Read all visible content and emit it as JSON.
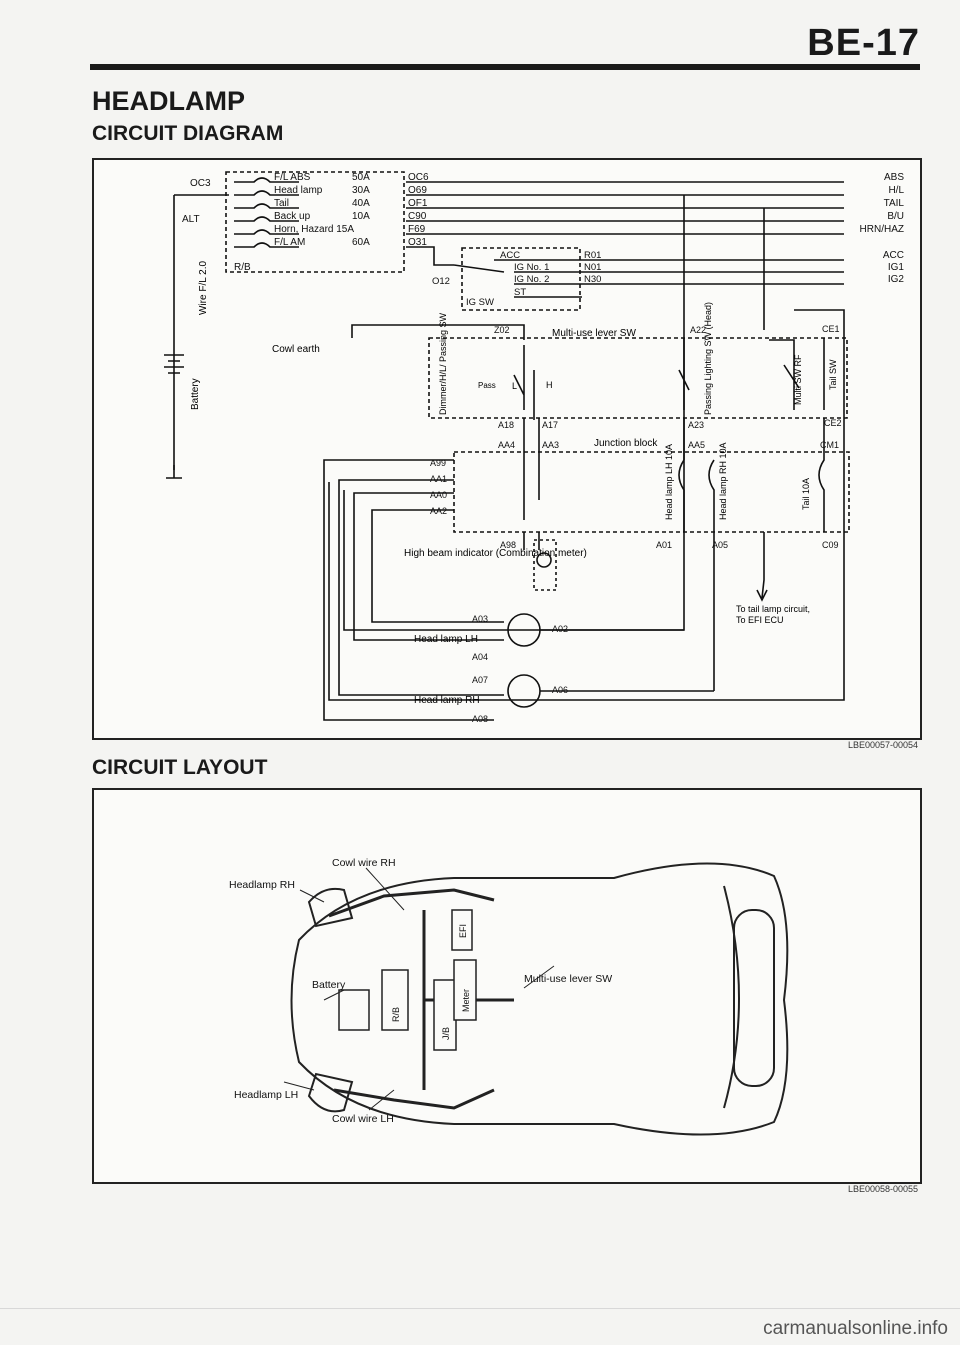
{
  "page": {
    "number": "BE-17",
    "section_title": "HEADLAMP",
    "diagram_title": "CIRCUIT DIAGRAM",
    "layout_title": "CIRCUIT LAYOUT",
    "diagram_ref": "LBE00057-00054",
    "layout_ref": "LBE00058-00055",
    "watermark": "carmanualsonline.info"
  },
  "diagram": {
    "fuses": [
      {
        "name": "F/L ABS",
        "amps": "50A",
        "code": "OC6"
      },
      {
        "name": "Head lamp",
        "amps": "30A",
        "code": "O69"
      },
      {
        "name": "Tail",
        "amps": "40A",
        "code": "OF1"
      },
      {
        "name": "Back up",
        "amps": "10A",
        "code": "C90"
      },
      {
        "name": "Horn, Hazard 15A",
        "amps": "",
        "code": "F69"
      },
      {
        "name": "F/L AM",
        "amps": "60A",
        "code": "O31"
      }
    ],
    "right_labels": [
      "ABS",
      "H/L",
      "TAIL",
      "B/U",
      "HRN/HAZ",
      "ACC",
      "IG1",
      "IG2"
    ],
    "ig_switch": {
      "positions": [
        "ACC",
        "IG No. 1",
        "IG No. 2",
        "ST"
      ],
      "codes": [
        "R01",
        "N01",
        "N30"
      ],
      "label": "IG SW",
      "input": "O12"
    },
    "labels": {
      "oc3": "OC3",
      "alt": "ALT",
      "rb": "R/B",
      "wire": "Wire F/L 2.0",
      "battery": "Battery",
      "cowl_earth": "Cowl earth",
      "multi_use": "Multi-use lever SW",
      "junction_block": "Junction block",
      "dimmer": "Dimmer/H/L/ Passing SW",
      "pass": "Pass",
      "lo": "L",
      "hi": "H",
      "passing_lighting": "Passing Lighting SW (Head)",
      "multi_sw_rf": "Multi SW RF",
      "tail_sw": "Tail SW",
      "hl_lh_fuse": "Head lamp LH 10A",
      "hl_rh_fuse": "Head lamp RH 10A",
      "tail_fuse": "Tail 10A",
      "high_beam": "High beam indicator (Combination meter)",
      "hl_lh": "Head lamp LH",
      "hl_rh": "Head lamp RH",
      "to_tail": "To tail lamp circuit,",
      "to_efi": "To EFI ECU"
    },
    "connectors": [
      "Z02",
      "A22",
      "CE1",
      "A18",
      "A17",
      "A23",
      "CE2",
      "AA4",
      "AA3",
      "AA5",
      "CM1",
      "A99",
      "AA1",
      "AA0",
      "AA2",
      "A98",
      "A01",
      "A05",
      "C09",
      "A03",
      "A02",
      "A04",
      "A07",
      "A06",
      "A08"
    ]
  },
  "layout": {
    "labels": {
      "cowl_wire_rh": "Cowl wire RH",
      "headlamp_rh": "Headlamp RH",
      "battery": "Battery",
      "multi_use": "Multi-use lever SW",
      "headlamp_lh": "Headlamp LH",
      "cowl_wire_lh": "Cowl wire LH",
      "efi": "EFI",
      "meter": "Meter",
      "jb": "J/B",
      "rb": "R/B"
    }
  }
}
